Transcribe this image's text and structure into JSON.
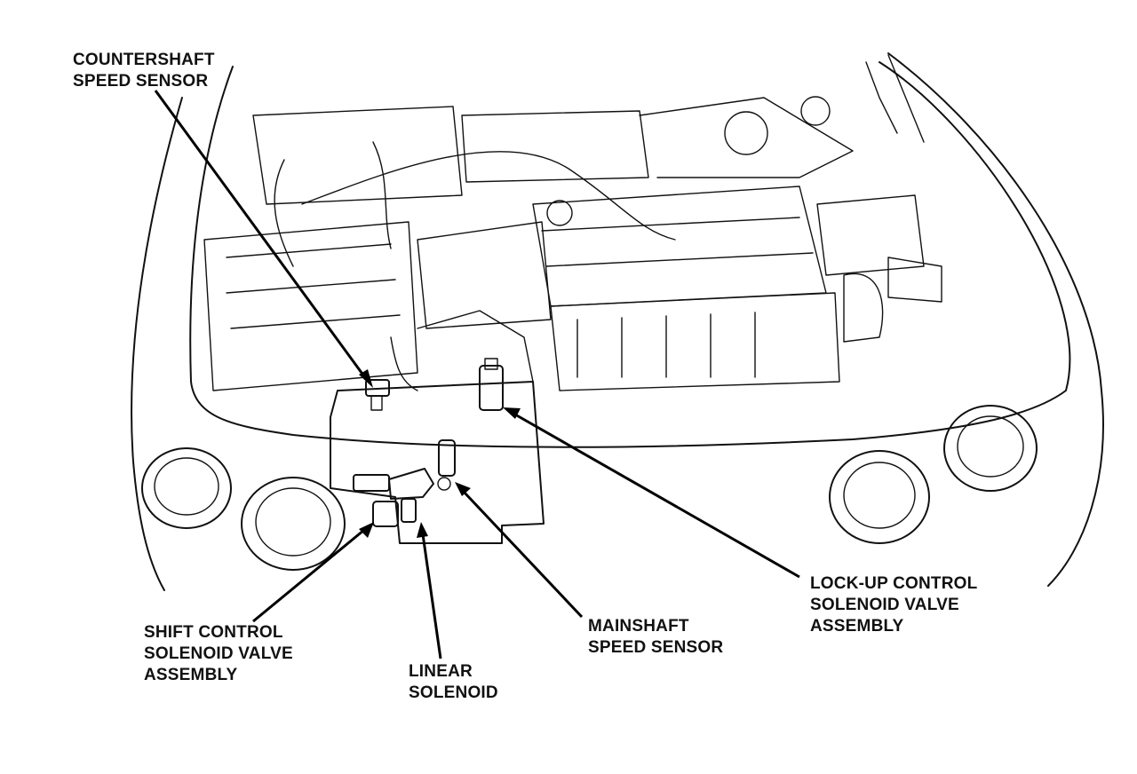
{
  "labels": {
    "countershaft": [
      "COUNTERSHAFT",
      "SPEED SENSOR"
    ],
    "lockup": [
      "LOCK-UP CONTROL",
      "SOLENOID VALVE",
      "ASSEMBLY"
    ],
    "mainshaft": [
      "MAINSHAFT",
      "SPEED SENSOR"
    ],
    "shift": [
      "SHIFT CONTROL",
      "SOLENOID VALVE",
      "ASSEMBLY"
    ],
    "linear": [
      "LINEAR",
      "SOLENOID"
    ]
  },
  "colors": {
    "ink": "#111111",
    "background": "#ffffff"
  }
}
